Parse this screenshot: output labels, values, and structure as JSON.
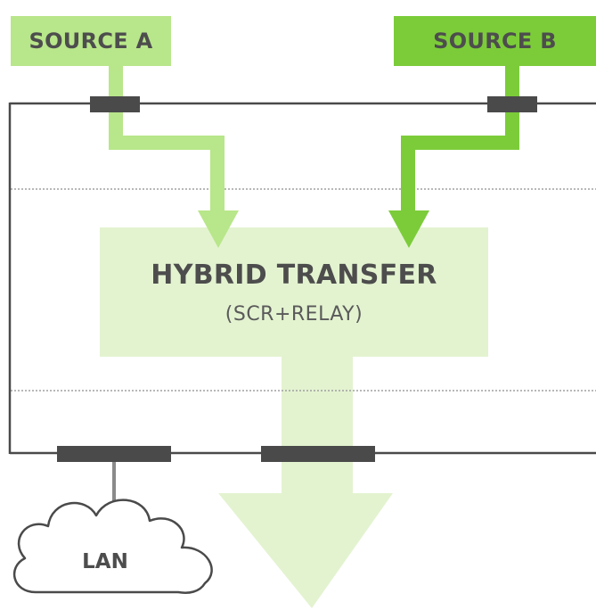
{
  "colors": {
    "source_a": "#b8e68a",
    "source_b": "#7ccc3a",
    "hybrid_box": "#e3f3d0",
    "output_arrow": "#e3f3d0",
    "frame_line": "#4a4a4a",
    "dotted_line": "#9a9a9a",
    "connector": "#4a4a4a",
    "text": "#4d4d4d"
  },
  "sources": {
    "a": {
      "label": "SOURCE A"
    },
    "b": {
      "label": "SOURCE B"
    }
  },
  "hybrid": {
    "title": "HYBRID TRANSFER",
    "subtitle": "(SCR+RELAY)"
  },
  "network": {
    "label": "LAN",
    "icon": "cloud-icon"
  }
}
